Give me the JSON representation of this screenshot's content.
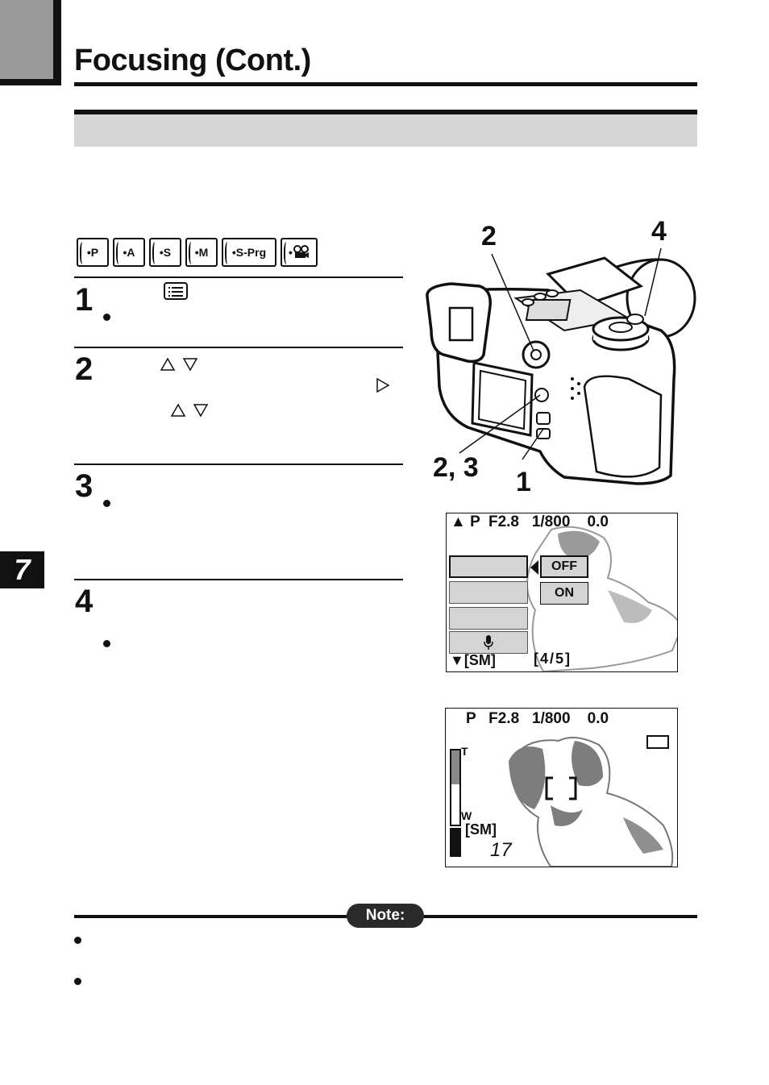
{
  "page": {
    "title": "Focusing (Cont.)",
    "chapter_number": "7"
  },
  "modes": [
    "•P",
    "•A",
    "•S",
    "•M",
    "•S-Prg",
    "•"
  ],
  "steps": [
    {
      "number": "1"
    },
    {
      "number": "2"
    },
    {
      "number": "3"
    },
    {
      "number": "4"
    }
  ],
  "callouts": {
    "top_left": "2",
    "top_right": "4",
    "bottom_left": "2, 3",
    "bottom_right": "1"
  },
  "lcd_menu": {
    "status": "P  F2.8   1/800    0.0",
    "option_off": "OFF",
    "option_on": "ON",
    "footer_left": "[SM]",
    "footer_right": "[4/5]"
  },
  "lcd_view": {
    "status": "P   F2.8   1/800    0.0",
    "zoom_tele": "T",
    "zoom_wide": "W",
    "quality": "[SM]",
    "frames": "17"
  },
  "note": {
    "label": "Note:"
  }
}
